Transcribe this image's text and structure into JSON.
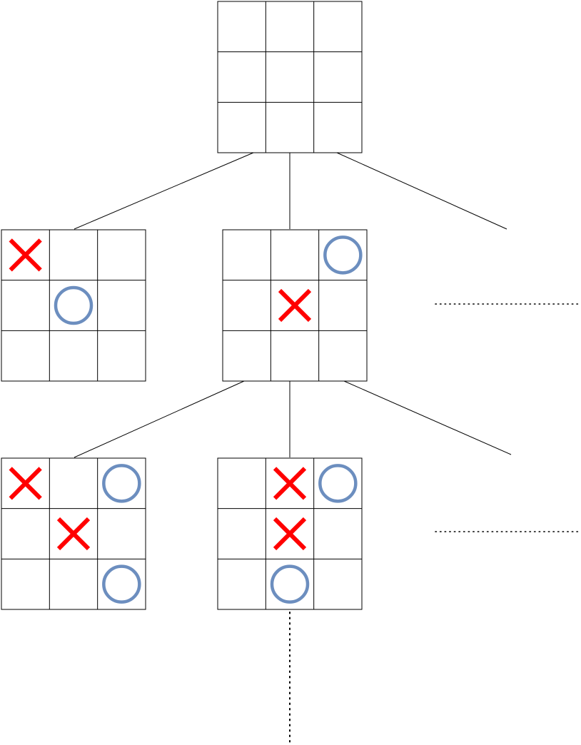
{
  "diagram": {
    "colors": {
      "x_mark": "#ff0000",
      "o_mark": "#6c8ebf",
      "line": "#000000"
    },
    "nodes": [
      {
        "id": "root",
        "cells": [
          "",
          "",
          "",
          "",
          "",
          "",
          "",
          "",
          ""
        ]
      },
      {
        "id": "level1-left",
        "cells": [
          "X",
          "",
          "",
          "",
          "O",
          "",
          "",
          "",
          ""
        ]
      },
      {
        "id": "level1-middle",
        "cells": [
          "",
          "",
          "O",
          "",
          "X",
          "",
          "",
          "",
          ""
        ]
      },
      {
        "id": "level2-left",
        "cells": [
          "X",
          "",
          "O",
          "",
          "X",
          "",
          "",
          "",
          "O"
        ]
      },
      {
        "id": "level2-middle",
        "cells": [
          "",
          "X",
          "O",
          "",
          "X",
          "",
          "",
          "O",
          ""
        ]
      }
    ],
    "edges": [
      {
        "from": "root",
        "to": "level1-left"
      },
      {
        "from": "root",
        "to": "level1-middle"
      },
      {
        "from": "root",
        "to": "level1-right-omitted"
      },
      {
        "from": "level1-middle",
        "to": "level2-left"
      },
      {
        "from": "level1-middle",
        "to": "level2-middle"
      },
      {
        "from": "level1-middle",
        "to": "level2-right-omitted"
      },
      {
        "from": "level2-middle",
        "to": "level3-continuation"
      }
    ],
    "continuations": [
      {
        "id": "level1-ellipsis",
        "style": "dotted"
      },
      {
        "id": "level2-ellipsis",
        "style": "dotted"
      },
      {
        "id": "level3-ellipsis",
        "style": "dotted"
      }
    ]
  }
}
